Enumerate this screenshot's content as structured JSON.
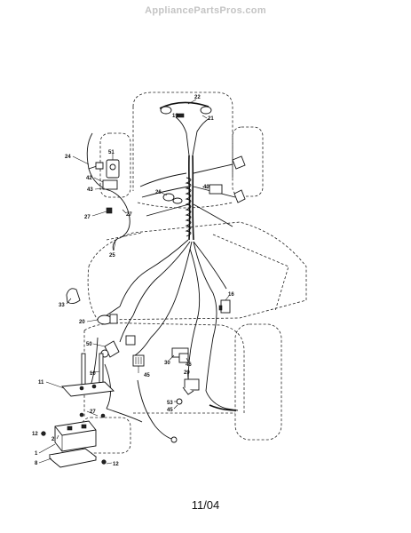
{
  "watermark": "AppliancePartsPros.com",
  "footer": "11/04",
  "callouts": [
    "22",
    "19",
    "21",
    "24",
    "51",
    "42",
    "43",
    "27",
    "27",
    "26",
    "40",
    "25",
    "16",
    "33",
    "20",
    "50",
    "45",
    "10",
    "30",
    "46",
    "29",
    "11",
    "27",
    "53",
    "45",
    "12",
    "2",
    "1",
    "8",
    "12"
  ]
}
